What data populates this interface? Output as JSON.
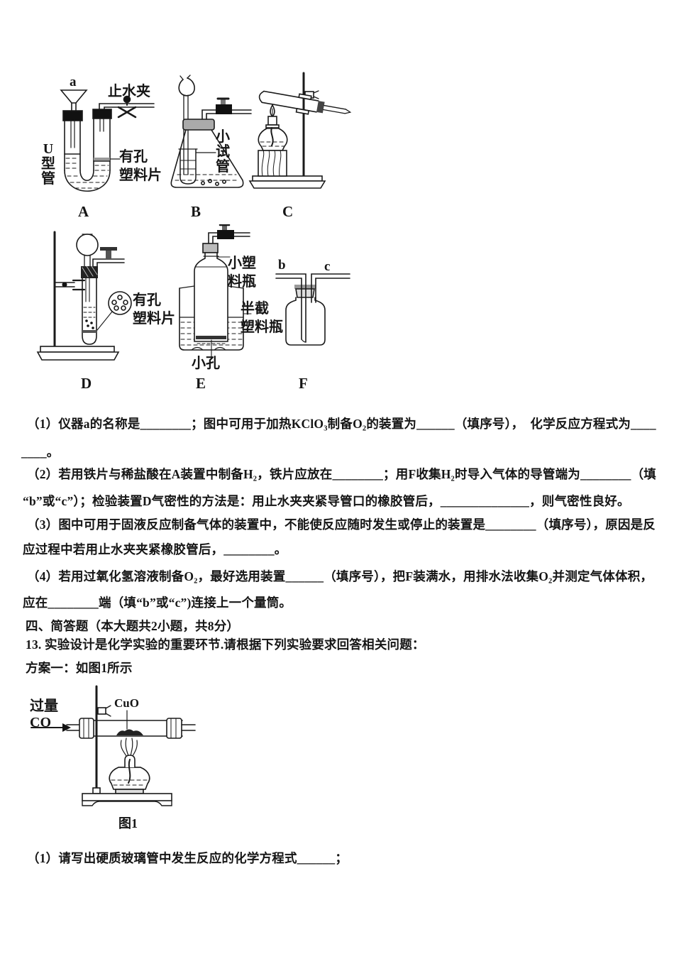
{
  "page": {
    "bg": "#ffffff",
    "ink": "#151515"
  },
  "diagrams": {
    "A": {
      "letter": "A",
      "a": "a",
      "pinch_clamp": "止水夹",
      "u_tube": "U\n型\n管",
      "perforated_sheet": "有孔\n塑料片"
    },
    "B": {
      "letter": "B",
      "small_test_tube": "小\n试\n管"
    },
    "C": {
      "letter": "C"
    },
    "D": {
      "letter": "D",
      "perforated_sheet": "有孔\n塑料片"
    },
    "E": {
      "letter": "E",
      "small_plastic_bottle": "小塑\n料瓶",
      "half_cut_bottle": "半截\n塑料瓶",
      "small_holes": "小孔"
    },
    "F": {
      "letter": "F",
      "port_b": "b",
      "port_c": "c"
    }
  },
  "questions": {
    "q1_line1": "（1）仪器a的名称是________；图中可用于加热KClO₃制备O₂的装置为______（填序号），  化学反应方程式为____",
    "q1_line2": "____。",
    "q2_line1": "（2）若用铁片与稀盐酸在A装置中制备H₂，铁片应放在________；用F收集H₂时导入气体的导管端为________（填",
    "q2_line2": "“b”或“c”）；检验装置D气密性的方法是：用止水夹夹紧导管口的橡胶管后，______________，则气密性良好。",
    "q3_line1": "（3）图中可用于固液反应制备气体的装置中，不能使反应随时发生或停止的装置是________（填序号），原因是反",
    "q3_line2": "应过程中若用止水夹夹紧橡胶管后，________。",
    "q4_line1": "（4）若用过氧化氢溶液制备O₂，最好选用装置______（填序号），把F装满水，用排水法收集O₂并测定气体体积，",
    "q4_line2": "应在________端（填“b”或“c”)连接上一个量筒。"
  },
  "section": {
    "heading": "四、简答题（本大题共2小题，共8分）",
    "q13": "13. 实验设计是化学实验的重要环节.请根据下列实验要求回答相关问题：",
    "plan": "方案一：如图1所示"
  },
  "figure1": {
    "excess_co": "过量\nCO",
    "cuo": "CuO",
    "caption": "图1",
    "question": "（1）请写出硬质玻璃管中发生反应的化学方程式______；"
  }
}
